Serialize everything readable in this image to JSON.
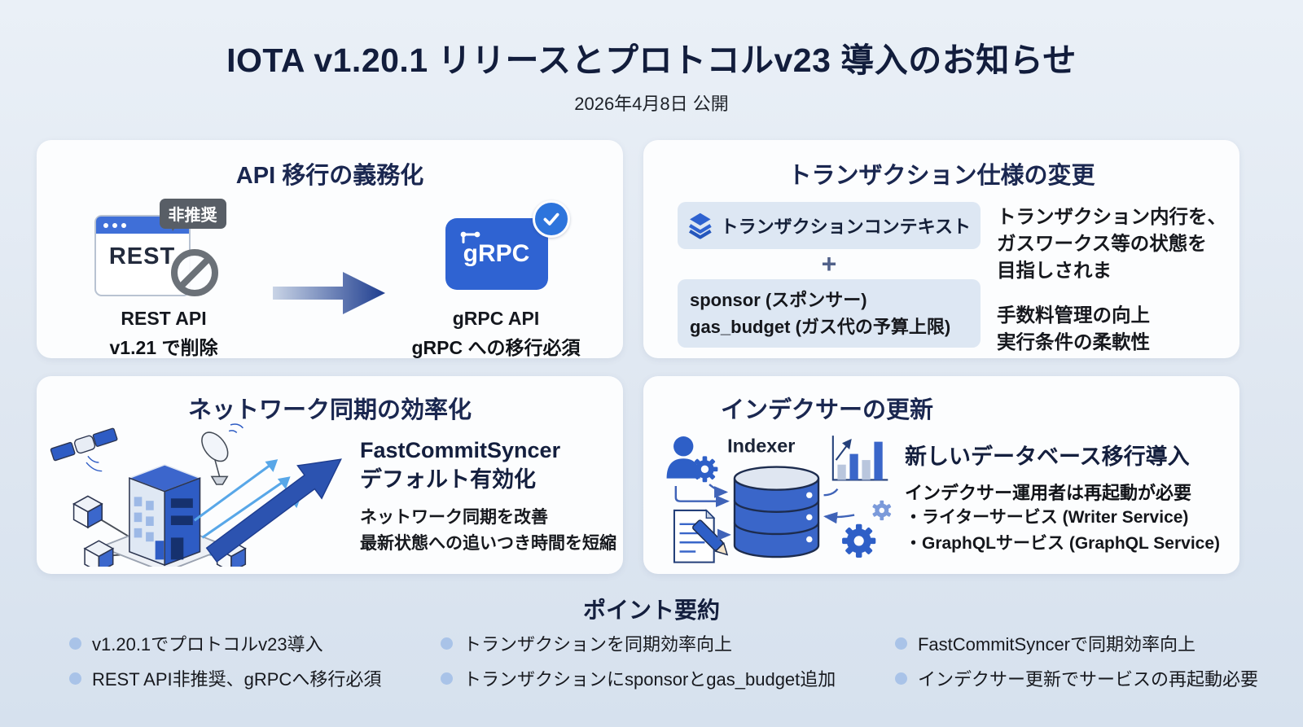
{
  "page": {
    "title": "IOTA v1.20.1 リリースとプロトコルv23 導入のお知らせ",
    "date": "2026年4月8日 公開"
  },
  "cards": {
    "api": {
      "title": "API 移行の義務化",
      "rest": {
        "badge": "非推奨",
        "window_label": "REST",
        "caption1": "REST API",
        "caption2": "v1.21 で削除"
      },
      "grpc": {
        "box_label": "gRPC",
        "caption1": "gRPC API",
        "caption2": "gRPC への移行必須"
      }
    },
    "transaction": {
      "title": "トランザクション仕様の変更",
      "context_box_label": "トランザクションコンテキスト",
      "plus": "+",
      "field1": "sponsor (スポンサー)",
      "field2": "gas_budget (ガス代の予算上限)",
      "desc1_line1": "トランザクション内行を、",
      "desc1_line2": "ガスワークス等の状態を",
      "desc1_line3": "目指しされま",
      "desc2_line1": "手数料管理の向上",
      "desc2_line2": "実行条件の柔軟性"
    },
    "network": {
      "title": "ネットワーク同期の効率化",
      "headline_line1": "FastCommitSyncer",
      "headline_line2": "デフォルト有効化",
      "desc_line1": "ネットワーク同期を改善",
      "desc_line2": "最新状態への追いつき時間を短縮"
    },
    "indexer": {
      "title": "インデクサーの更新",
      "illustration_label": "Indexer",
      "headline": "新しいデータベース移行導入",
      "desc": "インデクサー運用者は再起動が必要",
      "bullet1": "・ライターサービス (Writer Service)",
      "bullet2": "・GraphQLサービス (GraphQL Service)"
    }
  },
  "summary": {
    "title": "ポイント要約",
    "columns": [
      {
        "items": [
          "v1.20.1でプロトコルv23導入",
          "REST API非推奨、gRPCへ移行必須"
        ]
      },
      {
        "items": [
          "トランザクションを同期効率向上",
          "トランザクションにsponsorとgas_budget追加"
        ]
      },
      {
        "items": [
          "FastCommitSyncerで同期効率向上",
          "インデクサー更新でサービスの再起動必要"
        ]
      }
    ]
  },
  "colors": {
    "background_top": "#eaf0f7",
    "background_bottom": "#d6e1ee",
    "card": "#fcfdfe",
    "heading_navy": "#1a2750",
    "title_navy": "#121d3c",
    "primary_blue": "#2f63d2",
    "light_blue_box": "#dde7f3",
    "badge_gray": "#585e66",
    "bullet_dot": "#a9c3e8",
    "light_arrow_blue": "#58a7e8"
  }
}
